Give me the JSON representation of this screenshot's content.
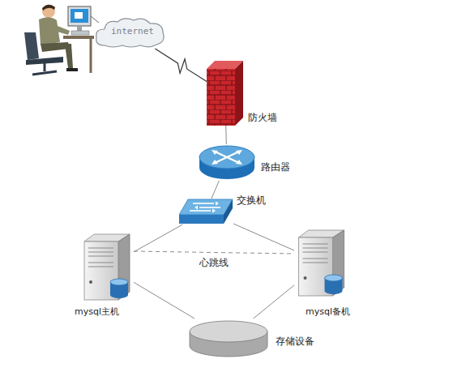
{
  "diagram": {
    "nodes": [
      {
        "text": [
          "internet"
        ]
      },
      {
        "text": [
          "防火墙"
        ]
      },
      {
        "text": [
          "路由器"
        ]
      },
      {
        "text": [
          "交换机"
        ]
      },
      {
        "text": [
          "mysql主机"
        ]
      },
      {
        "text": [
          "mysql备机"
        ]
      },
      {
        "text": [
          "存储设备"
        ]
      }
    ],
    "edges": [
      {
        "from": 0,
        "to": 1,
        "arrow": "none"
      },
      {
        "from": 1,
        "to": 2,
        "arrow": "none"
      },
      {
        "from": 2,
        "to": 3,
        "arrow": "none"
      },
      {
        "from": 3,
        "to": 4,
        "arrow": "none"
      },
      {
        "from": 3,
        "to": 5,
        "arrow": "none"
      },
      {
        "from": 4,
        "to": 5,
        "label": "心跳线",
        "arrow": "none"
      },
      {
        "from": 4,
        "to": 6,
        "arrow": "none"
      },
      {
        "from": 5,
        "to": 6,
        "arrow": "none"
      }
    ]
  }
}
